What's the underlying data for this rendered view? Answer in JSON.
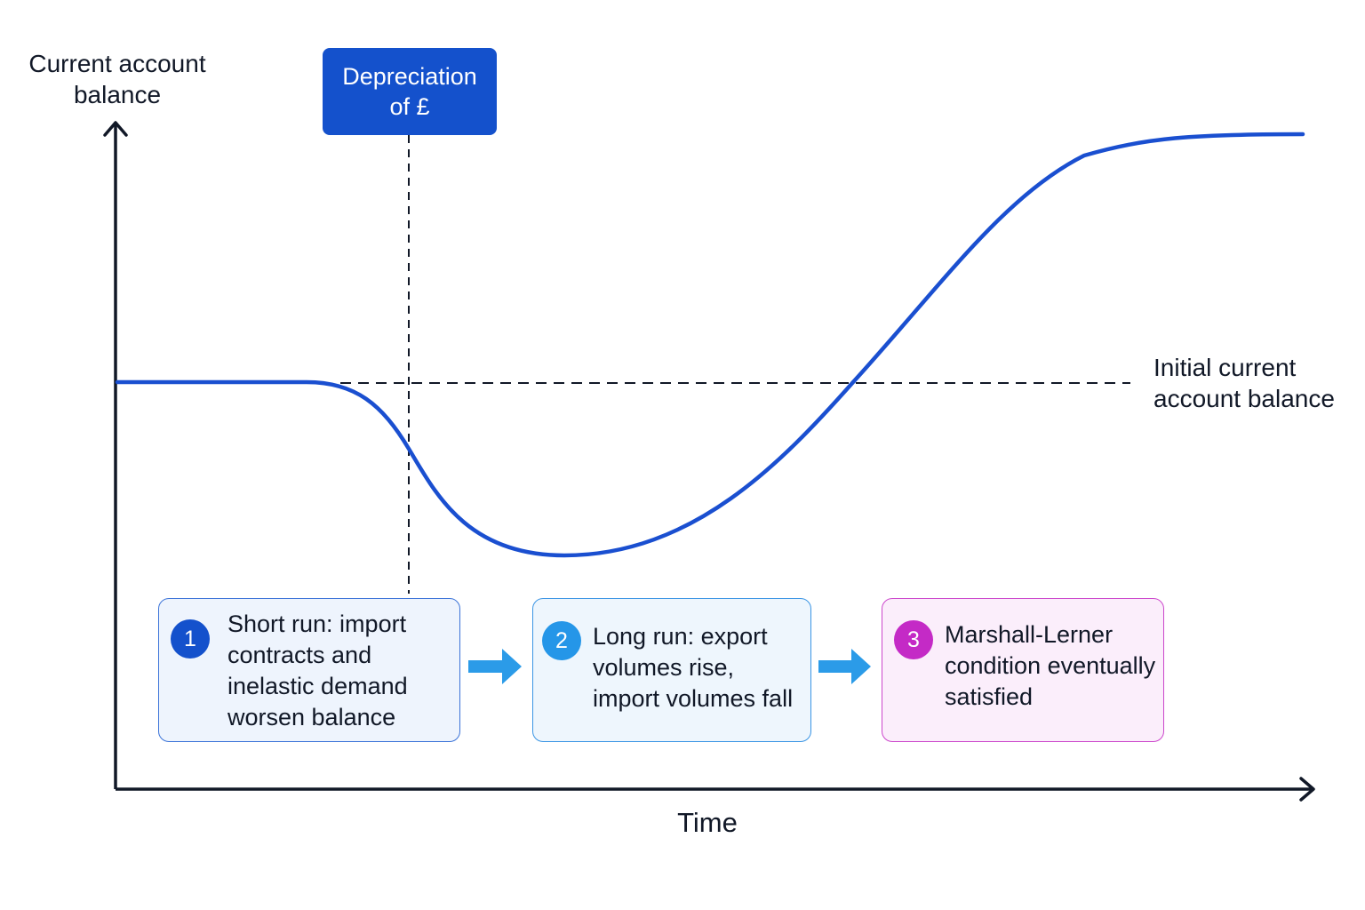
{
  "axes": {
    "y_label": "Current account balance",
    "x_label": "Time"
  },
  "event": {
    "label": "Depreciation of £"
  },
  "reference_line": {
    "label": "Initial current account balance"
  },
  "steps": [
    {
      "number": "1",
      "text": "Short run: import contracts and inelastic demand worsen balance",
      "color": "#1451cc"
    },
    {
      "number": "2",
      "text": "Long run: export volumes rise, import volumes fall",
      "color": "#2596e8"
    },
    {
      "number": "3",
      "text": "Marshall-Lerner condition eventually satisfied",
      "color": "#c42ac6"
    }
  ],
  "colors": {
    "curve": "#1a4fd0",
    "axis": "#111827",
    "arrow": "#2b9be8"
  }
}
